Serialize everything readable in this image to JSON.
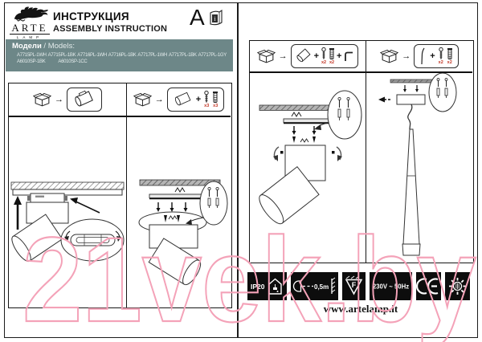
{
  "header": {
    "title_ru": "ИНСТРУКЦИЯ",
    "title_en": "ASSEMBLY INSTRUCTION",
    "sheet_letter": "A",
    "brand_top": "ARTE",
    "brand_bottom": "LAMP"
  },
  "models": {
    "label_ru": "Модели",
    "label_en": " / Models:",
    "row1": [
      "A7715PL-1WH",
      "A7715PL-1BK",
      "A7716PL-1WH",
      "A7716PL-1BK",
      "A7717PL-1WH",
      "A7717PL-1BK",
      "A7717PL-1GY"
    ],
    "row2": [
      "A6010SP-1BK",
      "A6010SP-1CC"
    ]
  },
  "symbols": {
    "plus": "+",
    "arrow": "→"
  },
  "hardware": {
    "step2_screw_qty": "x3",
    "step2_anchor_qty": "x3",
    "step3_screw_qty": "x2",
    "step3_anchor_qty": "x2",
    "step4_screw_qty": "x2",
    "step4_anchor_qty": "x2"
  },
  "badges": {
    "ip_rating": "IP20",
    "min_distance": "0,5m",
    "f_mark": "F",
    "voltage": "230V ~ 50Hz",
    "ce": "CE"
  },
  "footer": {
    "website": "www.artelamp.it"
  },
  "watermark": {
    "text": "21vek.by"
  },
  "colors": {
    "models_bg": "#6d8788",
    "qty_red": "#c23322",
    "watermark_pink": "#f4a2b8",
    "badge_bg": "#0d0d0d"
  }
}
